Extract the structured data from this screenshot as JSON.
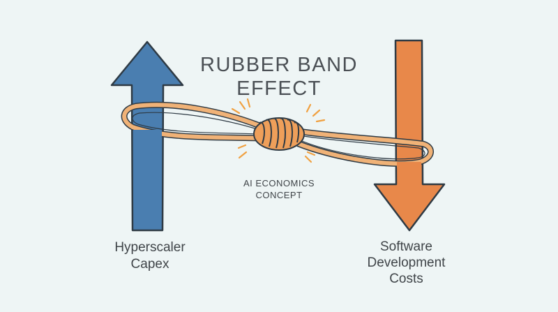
{
  "title": {
    "line1": "RUBBER BAND",
    "line2": "EFFECT"
  },
  "subtitle": {
    "line1": "AI ECONOMICS",
    "line2": "CONCEPT"
  },
  "left_arrow": {
    "direction": "up",
    "color": "#4a7eb0",
    "label_line1": "Hyperscaler",
    "label_line2": "Capex"
  },
  "right_arrow": {
    "direction": "down",
    "color": "#e8884a",
    "label_line1": "Software",
    "label_line2": "Development",
    "label_line3": "Costs"
  },
  "band": {
    "color": "#f0b277",
    "knot_color": "#ee9f5a",
    "tension_marks_color": "#f0a040"
  },
  "background_color": "#eef5f5"
}
